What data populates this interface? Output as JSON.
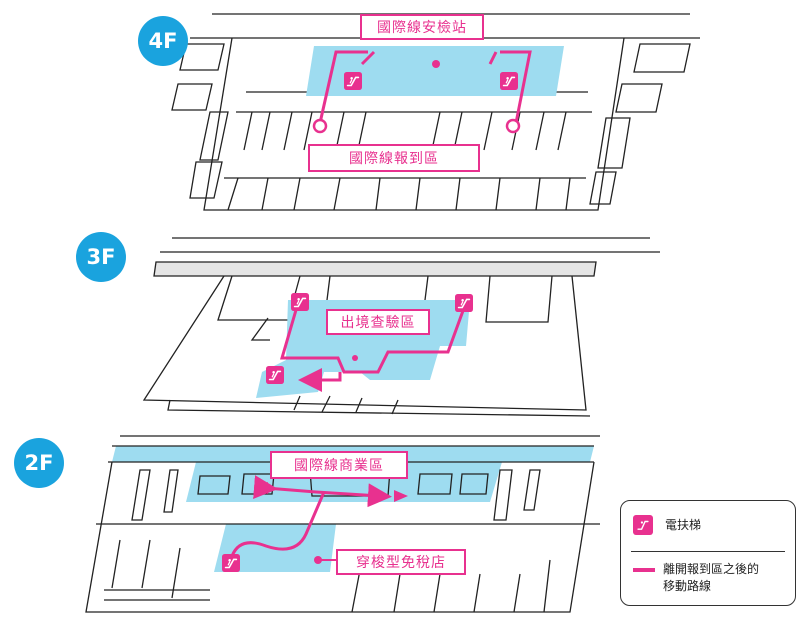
{
  "floors": [
    {
      "badge": "4F",
      "areas": [
        "國際線安檢站",
        "國際線報到區"
      ]
    },
    {
      "badge": "3F",
      "areas": [
        "出境查驗區"
      ]
    },
    {
      "badge": "2F",
      "areas": [
        "國際線商業區",
        "穿梭型免稅店"
      ]
    }
  ],
  "legend": {
    "escalator": "電扶梯",
    "route_line1": "離開報到區之後的",
    "route_line2": "移動路線"
  },
  "colors": {
    "floor_badge": "#1aa3de",
    "highlight_area": "#9edcf0",
    "route": "#e8318f",
    "outline": "#222222"
  },
  "icons": [
    "escalator-icon"
  ]
}
